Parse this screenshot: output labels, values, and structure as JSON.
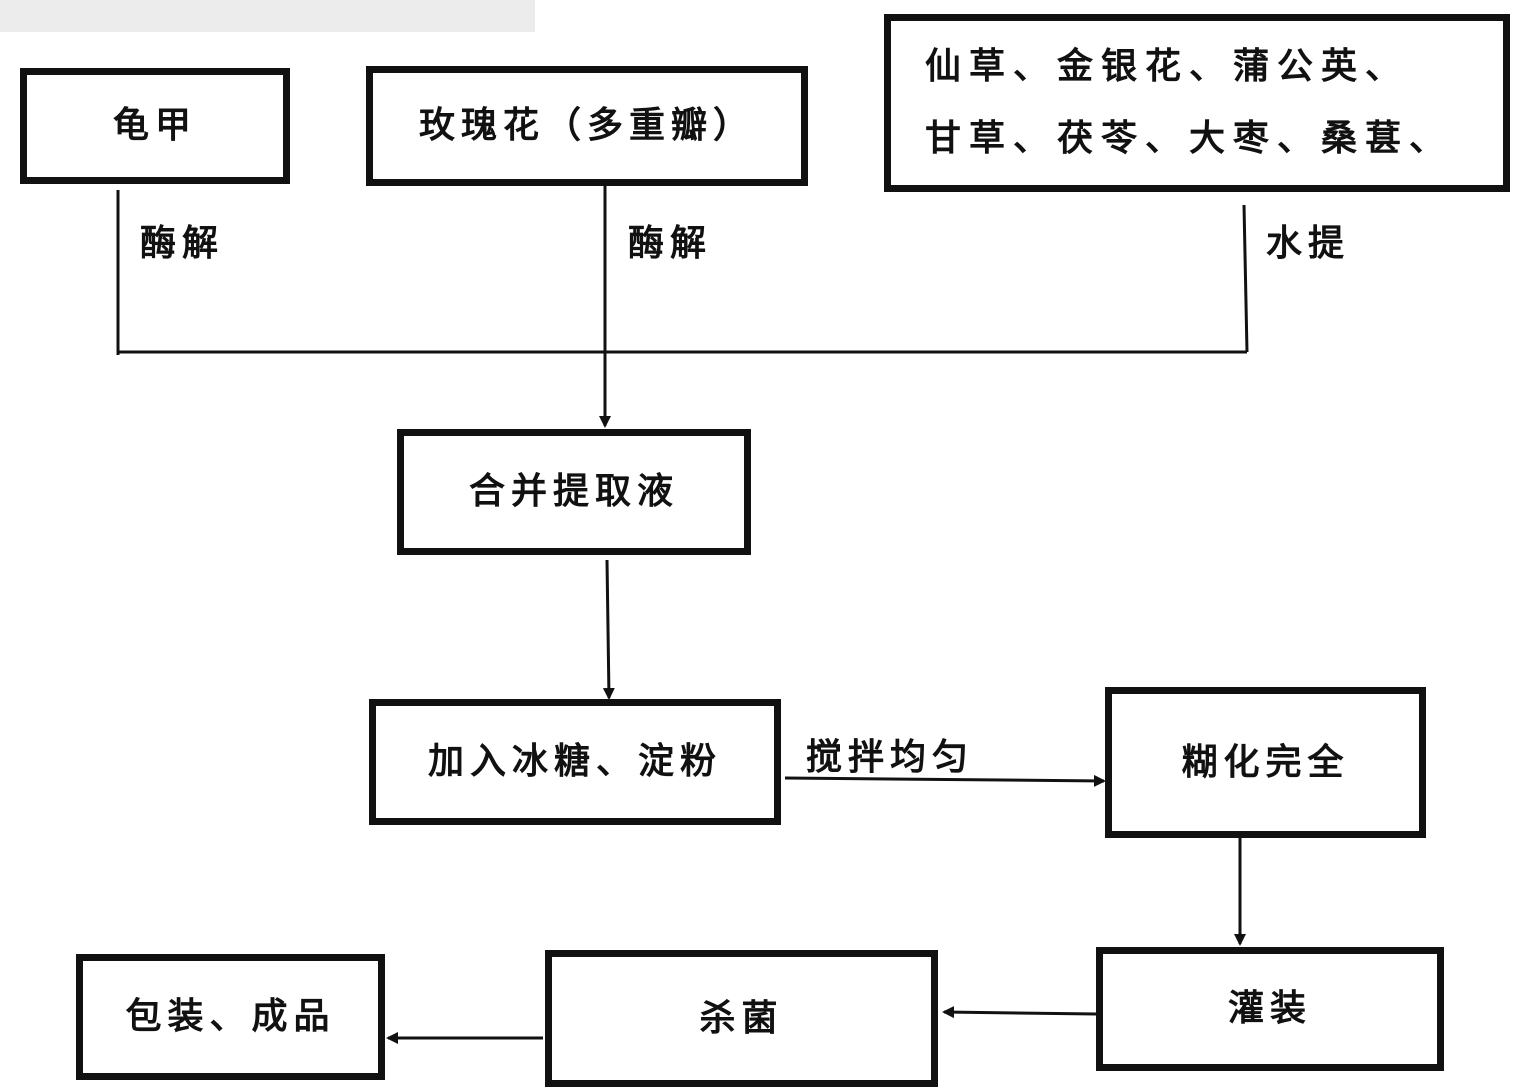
{
  "title": "",
  "nodes": {
    "turtle_shell": "龟甲",
    "rose": "玫瑰花（多重瓣）",
    "herbs_line1": "仙草、金银花、蒲公英、",
    "herbs_line2": "甘草、茯苓、大枣、桑葚、",
    "merge": "合并提取液",
    "add_sugar": "加入冰糖、淀粉",
    "gelatinize": "糊化完全",
    "filling": "灌装",
    "sterilize": "杀菌",
    "packaging": "包装、成品"
  },
  "edge_labels": {
    "turtle_enzyme": "酶解",
    "rose_enzyme": "酶解",
    "herbs_water": "水提",
    "stir": "搅拌均匀"
  }
}
